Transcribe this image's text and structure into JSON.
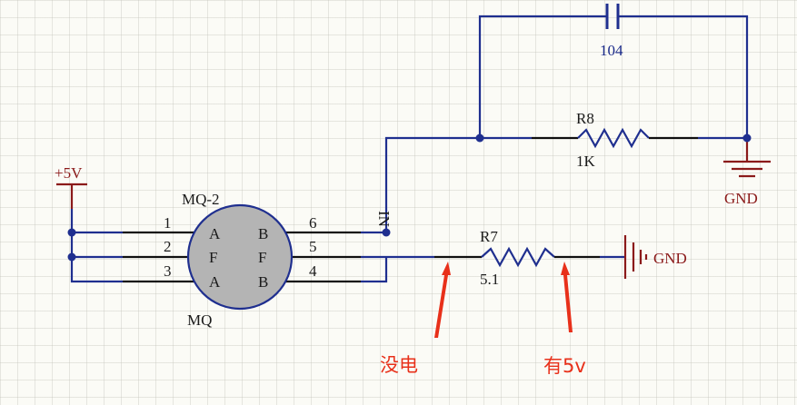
{
  "sensor": {
    "designator": "MQ-2",
    "name": "MQ",
    "pins_left": [
      "1",
      "2",
      "3"
    ],
    "pins_right": [
      "6",
      "5",
      "4"
    ],
    "inner_left": [
      "A",
      "F",
      "A"
    ],
    "inner_right": [
      "B",
      "F",
      "B"
    ]
  },
  "power": {
    "label": "+5V"
  },
  "net_label": "IN",
  "capacitor": {
    "value": "104"
  },
  "r8": {
    "designator": "R8",
    "value": "1K"
  },
  "r7": {
    "designator": "R7",
    "value": "5.1"
  },
  "gnd_top": {
    "label": "GND"
  },
  "gnd_right": {
    "label": "GND"
  },
  "annotations": {
    "no_power": "没电",
    "has_5v": "有5v"
  },
  "colors": {
    "wire": "#1f2f8f",
    "power": "#8b1a1a",
    "annotation": "#e8301a",
    "sensor_fill": "#b4b4b4"
  }
}
